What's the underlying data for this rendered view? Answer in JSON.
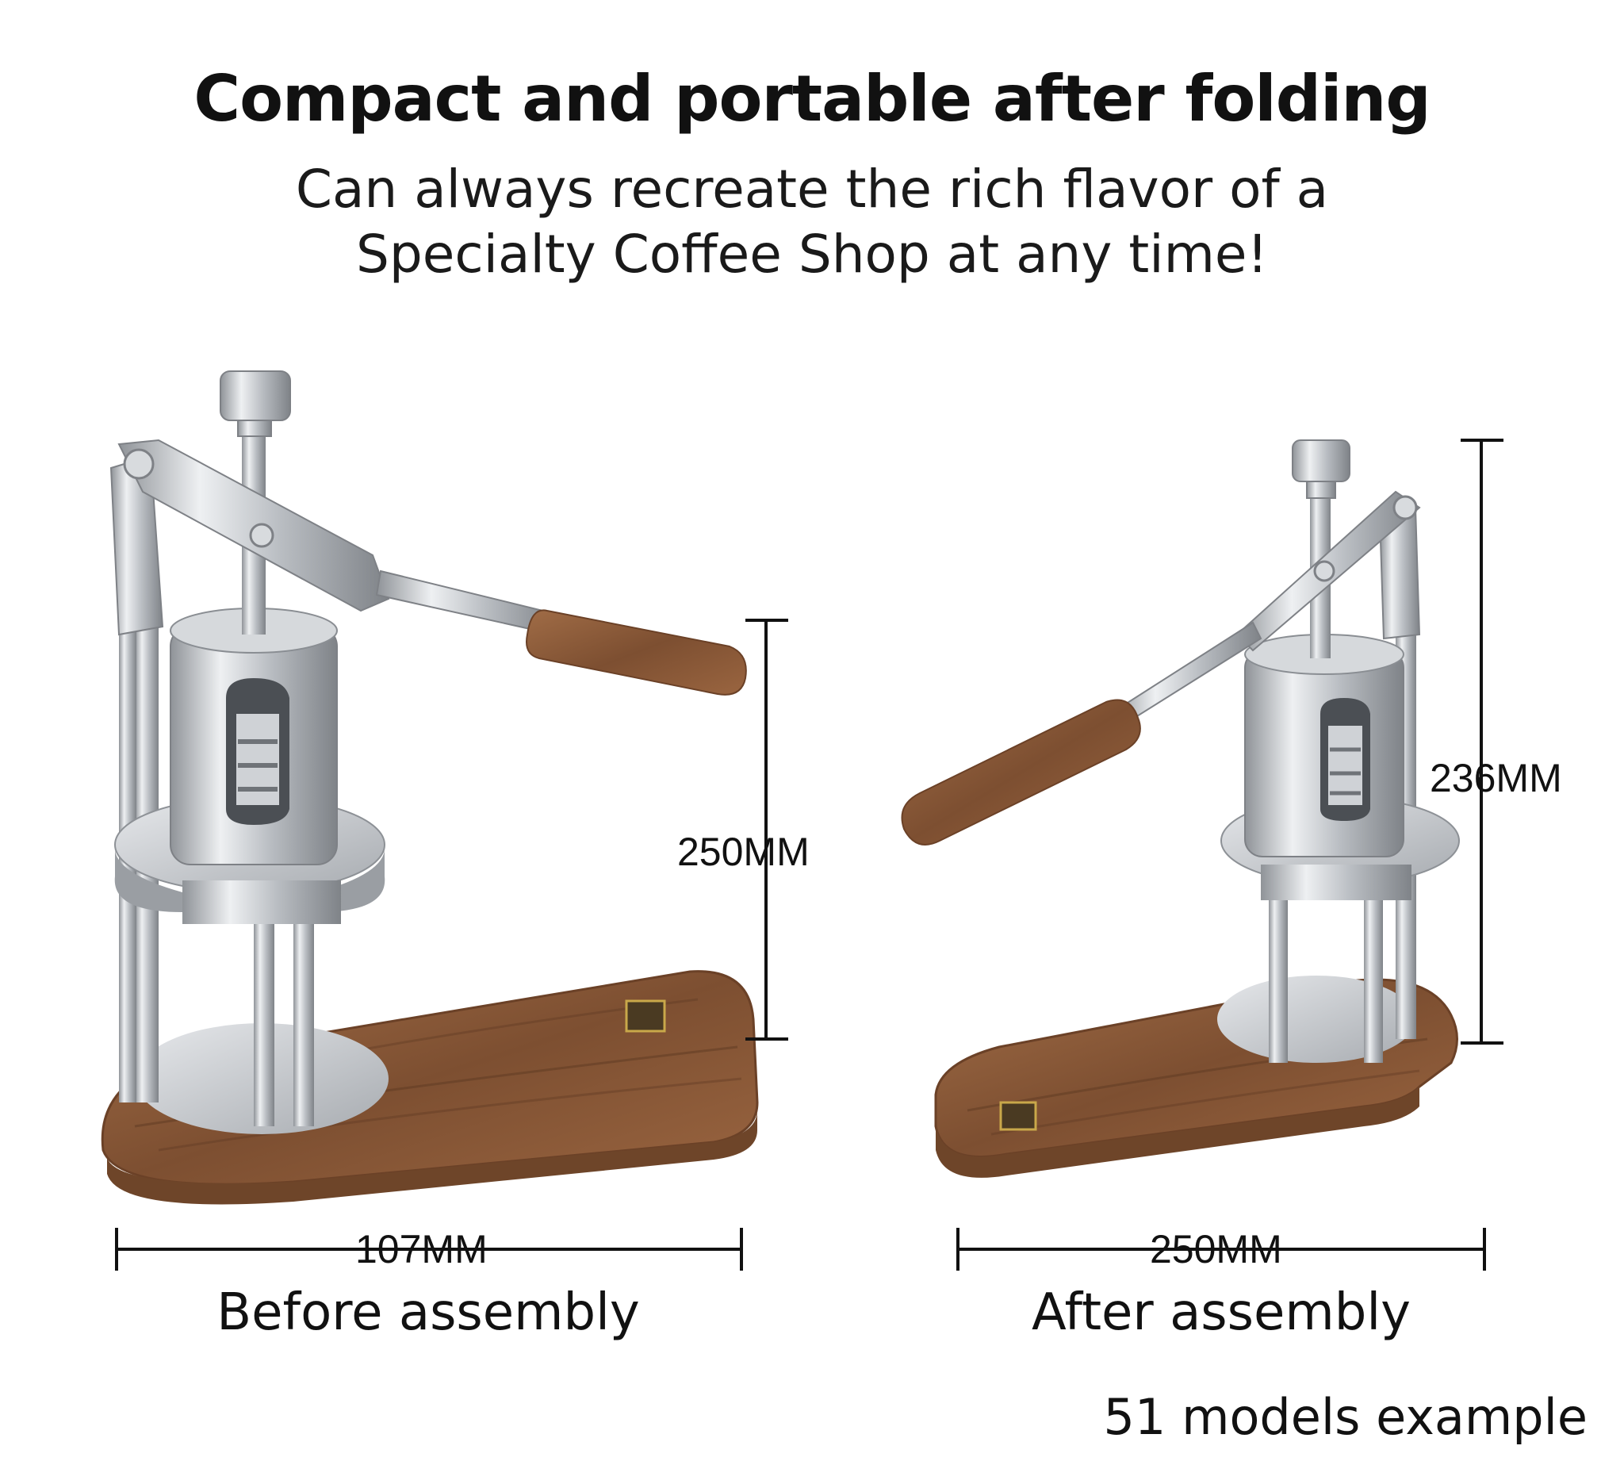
{
  "headline": "Compact and portable after folding",
  "subheadline_line1": "Can always recreate the rich flavor of a",
  "subheadline_line2": "Specialty Coffee Shop at any time!",
  "before": {
    "height_label": "250MM",
    "width_label": "107MM",
    "caption": "Before assembly"
  },
  "after": {
    "height_label": "236MM",
    "width_label": "250MM",
    "caption": "After assembly"
  },
  "footnote": "51 models example",
  "colors": {
    "wood": "#8a5a3a",
    "steel": "#c9ccd0",
    "text": "#111111"
  }
}
